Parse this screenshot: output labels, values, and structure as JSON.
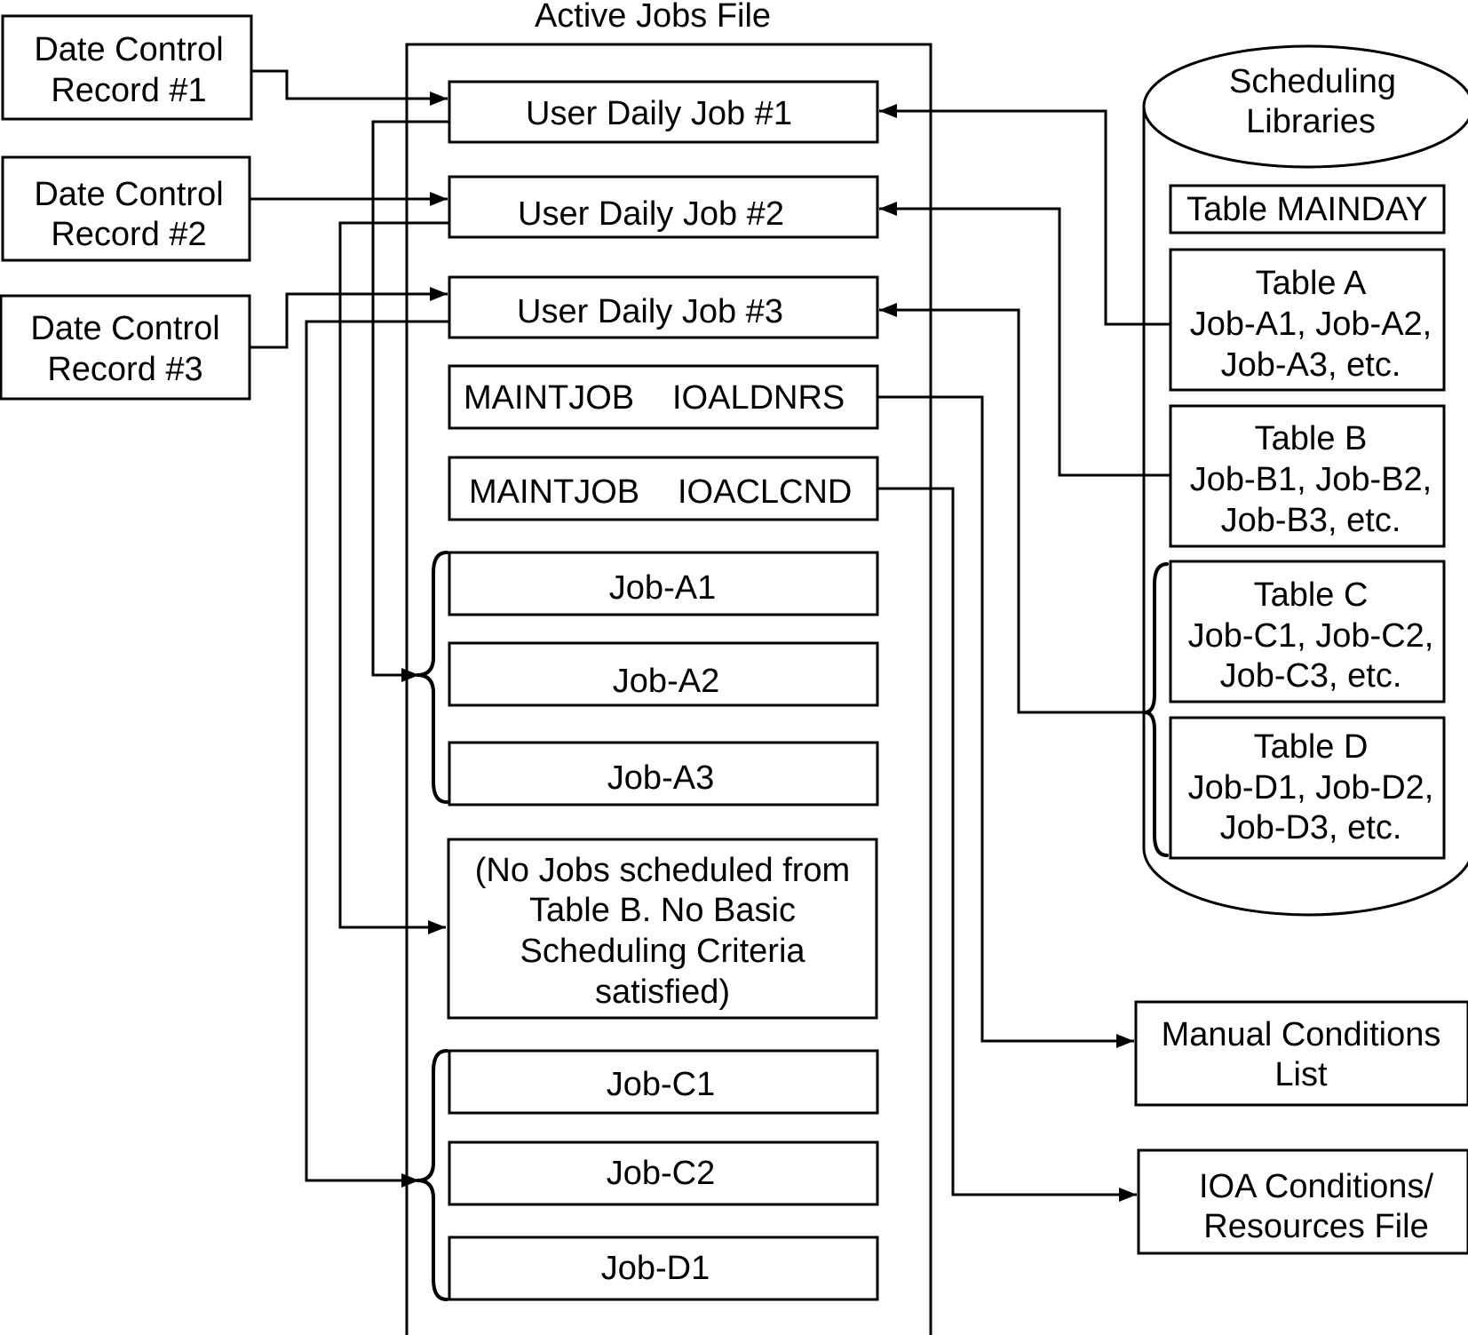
{
  "active_jobs_file": {
    "title": "Active Jobs File"
  },
  "date_control": [
    {
      "line1": "Date Control",
      "line2": "Record #1"
    },
    {
      "line1": "Date Control",
      "line2": "Record #2"
    },
    {
      "line1": "Date Control",
      "line2": "Record #3"
    }
  ],
  "user_jobs": [
    "User Daily Job #1",
    "User Daily Job #2",
    "User Daily Job #3"
  ],
  "maint_jobs": [
    {
      "label": "MAINTJOB",
      "name": "IOALDNRS"
    },
    {
      "label": "MAINTJOB",
      "name": "IOACLCND"
    }
  ],
  "jobs_a": [
    "Job-A1",
    "Job-A2",
    "Job-A3"
  ],
  "no_jobs_note": [
    "(No Jobs scheduled from",
    "Table B. No Basic",
    "Scheduling Criteria",
    "satisfied)"
  ],
  "jobs_c": [
    "Job-C1",
    "Job-C2",
    "Job-D1"
  ],
  "scheduling_libraries": {
    "title_line1": "Scheduling",
    "title_line2": "Libraries",
    "mainday": "Table MAINDAY",
    "tables": [
      {
        "name": "Table A",
        "line1": "Job-A1, Job-A2,",
        "line2": "Job-A3, etc."
      },
      {
        "name": "Table B",
        "line1": "Job-B1, Job-B2,",
        "line2": "Job-B3, etc."
      },
      {
        "name": "Table C",
        "line1": "Job-C1, Job-C2,",
        "line2": "Job-C3, etc."
      },
      {
        "name": "Table D",
        "line1": "Job-D1, Job-D2,",
        "line2": "Job-D3, etc."
      }
    ]
  },
  "outputs": {
    "manual": {
      "line1": "Manual Conditions",
      "line2": "List"
    },
    "ioa": {
      "line1": "IOA Conditions/",
      "line2": "Resources File"
    }
  }
}
